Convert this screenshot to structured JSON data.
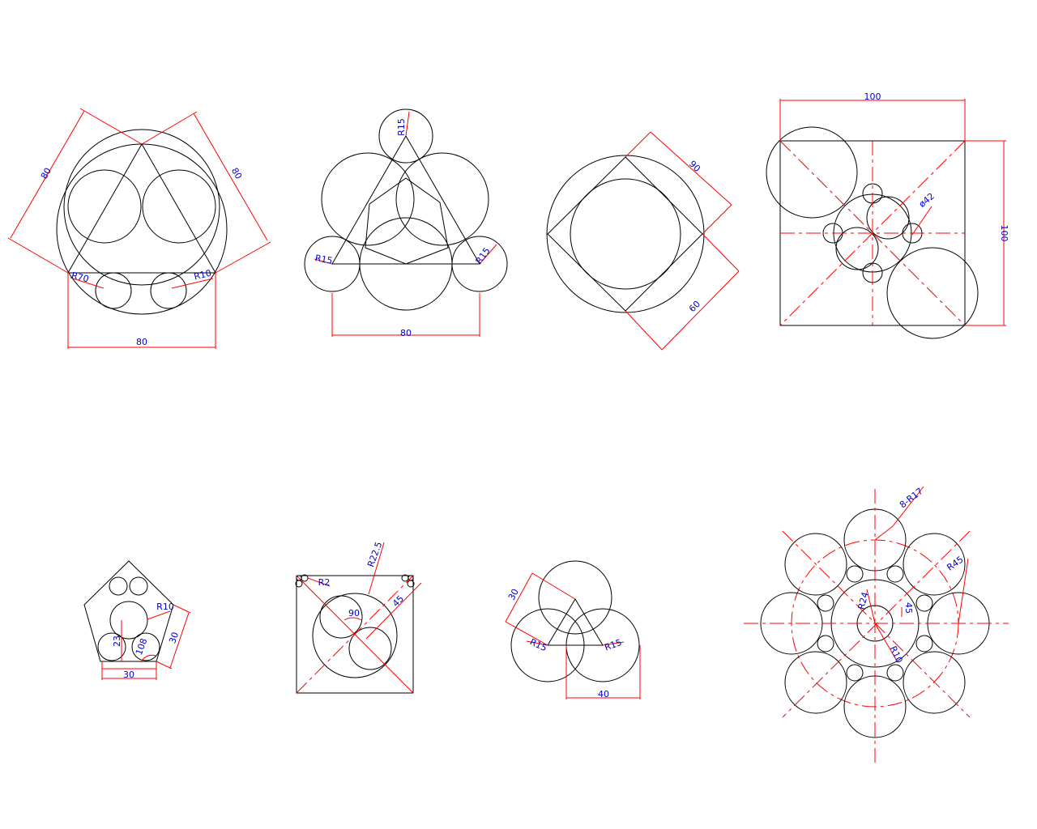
{
  "colors": {
    "background": "#ffffff",
    "geometry": "#000000",
    "dimension_line": "#ff0000",
    "dimension_text": "#0000cc"
  },
  "labels": {
    "f1_left": "80",
    "f1_right": "80",
    "f1_bottom": "80",
    "f1_r_left": "R70",
    "f1_r_right": "R10",
    "f2_top": "R15",
    "f2_left": "R15",
    "f2_right": "R15",
    "f2_bottom": "80",
    "f3_top": "90",
    "f3_bottom": "60",
    "f4_top": "100",
    "f4_right": "100",
    "f4_dia": "ø42",
    "f5_r": "R10",
    "f5_side": "30",
    "f5_height": "23",
    "f5_angle": "108",
    "f5_bottom": "30",
    "f6_r_small": "R2",
    "f6_r_large": "R22.5",
    "f6_angle": "90",
    "f6_len": "45",
    "f7_side": "30",
    "f7_r_left": "R15",
    "f7_r_right": "R15",
    "f7_bottom": "40",
    "f8_count": "8-R17",
    "f8_r_outer": "R45",
    "f8_r_mid": "R24",
    "f8_dim": "45",
    "f8_r_inner": "R10"
  }
}
